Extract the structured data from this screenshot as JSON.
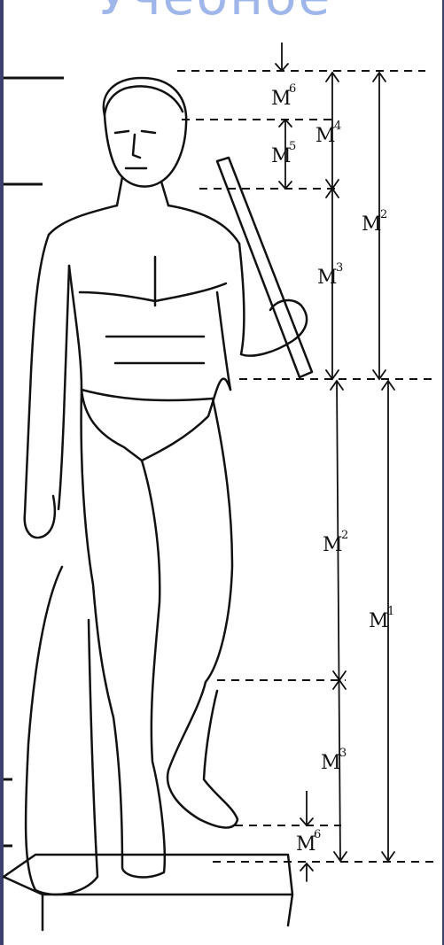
{
  "title": "Учебное",
  "labels": {
    "m6_top": {
      "base": "M",
      "sup": "6"
    },
    "m4": {
      "base": "M",
      "sup": "4"
    },
    "m5": {
      "base": "M",
      "sup": "5"
    },
    "m3_torso": {
      "base": "M",
      "sup": "3"
    },
    "m2_top": {
      "base": "M",
      "sup": "2"
    },
    "m2_mid": {
      "base": "M",
      "sup": "2"
    },
    "m1": {
      "base": "M",
      "sup": "1"
    },
    "m3_low": {
      "base": "M",
      "sup": "3"
    },
    "m6_bottom": {
      "base": "M",
      "sup": "6"
    }
  },
  "colors": {
    "frame": "#3a3f6e",
    "line": "#111111",
    "title": "#9fb6ea"
  }
}
